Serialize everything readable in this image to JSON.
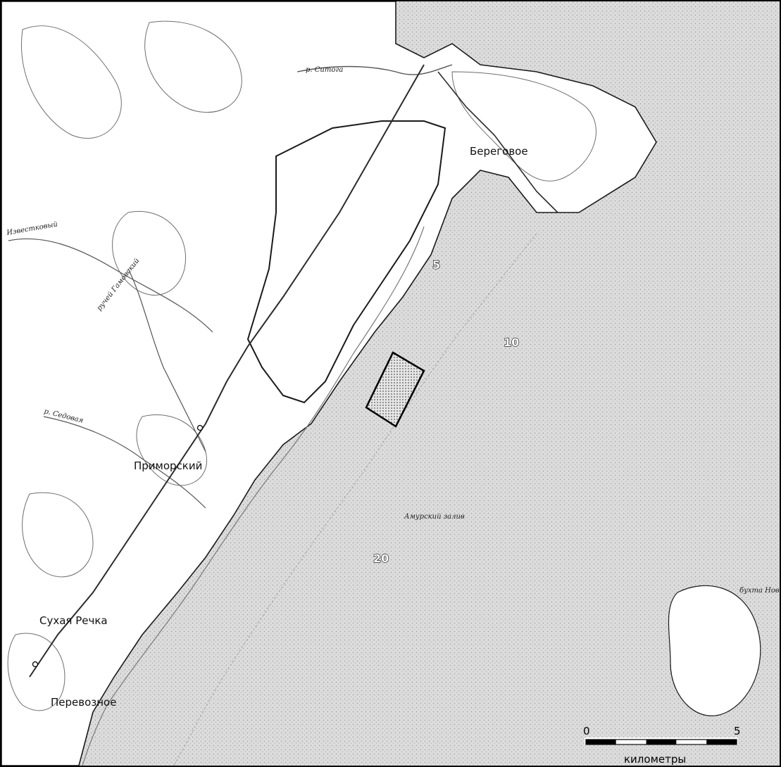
{
  "map": {
    "settlements": {
      "beregovoe": "Береговое",
      "primorsky": "Приморский",
      "sukhaya_rechka": "Сухая Речка",
      "perevoznoe": "Перевозное"
    },
    "water_labels": {
      "river_sitoga": "р. Ситога",
      "river_sedoy": "р. Седовая",
      "creek_izvestkovy": "Известковый",
      "creek_gamov": "ручей Гамовский",
      "amur_bay": "Амурский залив",
      "bay_novik": "бухта Новик"
    },
    "isobaths": {
      "d5": "5",
      "d10": "10",
      "d20": "20"
    },
    "scale_bar": {
      "start": "0",
      "end": "5",
      "unit": "километры",
      "segments": 5
    },
    "colors": {
      "sea": "#d9d9d9",
      "land": "#ffffff",
      "outline": "#1a1a1a",
      "study_area_fill": "#bdbdbd"
    }
  }
}
